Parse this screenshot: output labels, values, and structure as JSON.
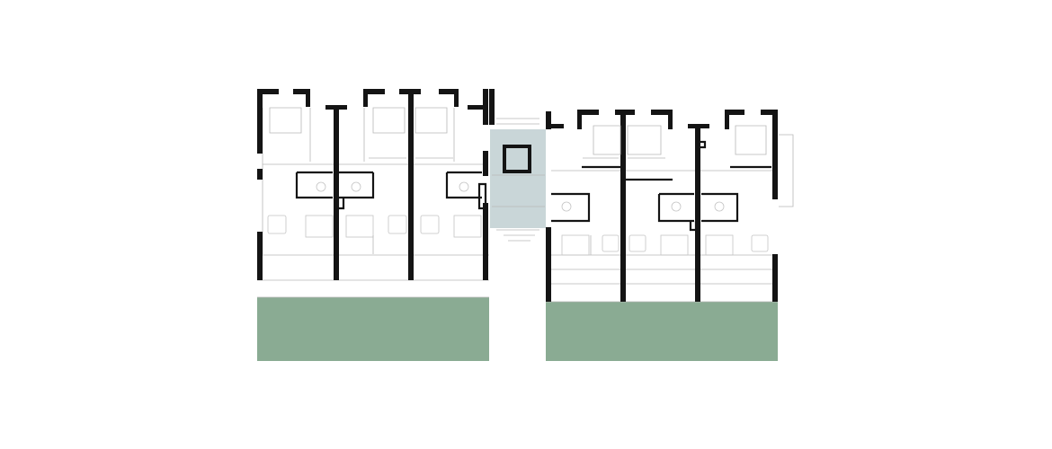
{
  "colors": {
    "background": "#ffffff",
    "wall": "#141414",
    "garden": "#8aab93",
    "stair_core": "#c9d6d8",
    "thin_line": "#b8b8b8",
    "furniture_line": "#c4c4c4"
  },
  "plan": {
    "left_block_units": 3,
    "right_block_units": 3,
    "has_stair_core": true,
    "gardens_per_block": 3
  }
}
